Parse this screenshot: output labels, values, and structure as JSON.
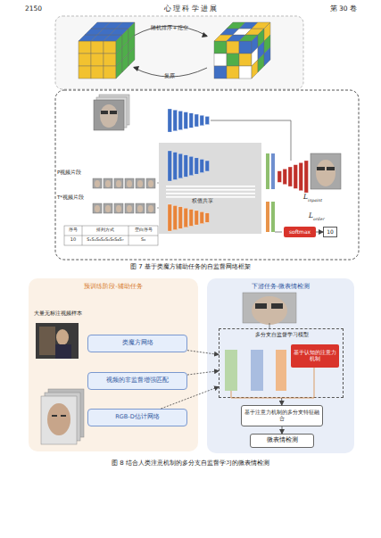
{
  "diagram": {
    "caption": "图 8  结合人类注意机制的多分支自监督学习的微表情检测",
    "nodes": [
      {
        "text": [
          "softmax"
        ]
      },
      {
        "text": [
          "10"
        ]
      },
      {
        "text": [
          "预训练阶段-辅助任务",
          "大量无标注视频样本"
        ]
      },
      {
        "text": [
          "类魔方网络"
        ],
        "in": 2
      },
      {
        "text": [
          "视频的非监督增强匹配"
        ],
        "in": 2
      },
      {
        "text": [
          "RGB-D估计网络"
        ],
        "in": 2
      },
      {
        "text": [
          "下游任务-微表情检测"
        ]
      },
      {
        "text": [
          "多分支自监督学习模型"
        ],
        "in": 6
      },
      {
        "text": [
          "基于认知的注意力机制"
        ],
        "in": 7
      },
      {
        "text": [
          "基于注意力机制的多分支特征融合"
        ],
        "in": 6
      },
      {
        "text": [
          "微表情检测"
        ],
        "in": 6
      }
    ],
    "edges": [
      {
        "from": 0,
        "to": 1,
        "arrow": "to"
      },
      {
        "from": 3,
        "to": 7,
        "arrow": "to"
      },
      {
        "from": 4,
        "to": 7,
        "arrow": "to"
      },
      {
        "from": 5,
        "to": 7,
        "arrow": "to"
      },
      {
        "from": 7,
        "to": 9,
        "arrow": "to"
      },
      {
        "from": 9,
        "to": 10,
        "arrow": "to"
      }
    ],
    "labels": [
      "2150",
      "心 理 科 学 进 展",
      "第 30 卷",
      "随机排序+挖空",
      "复原",
      "P视频片段",
      "T*视频片段",
      "序号",
      "排列方式",
      "空白序号",
      "10",
      "S₁S₄S₃S₂S₆S₅S₈S₇",
      "S₃",
      "权值共享",
      "L",
      "inpaint",
      "L",
      "order",
      "图 7  基于类魔方辅助任务的自监督网络框架"
    ]
  }
}
